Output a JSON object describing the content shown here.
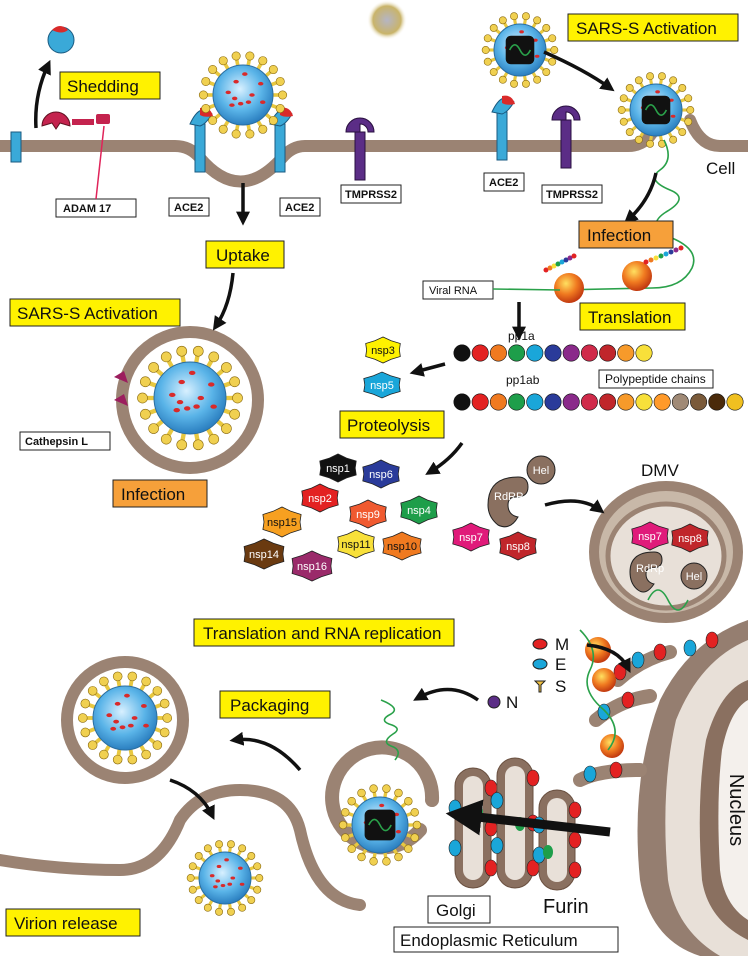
{
  "labels": {
    "shedding": "Shedding",
    "sars_activation_top": "SARS-S Activation",
    "sars_activation_left": "SARS-S Activation",
    "uptake": "Uptake",
    "infection_left": "Infection",
    "infection_right": "Infection",
    "translation": "Translation",
    "proteolysis": "Proteolysis",
    "translation_rna_replication": "Translation and RNA replication",
    "packaging": "Packaging",
    "virion_release": "Virion release",
    "cell": "Cell",
    "adam17": "ADAM 17",
    "ace2_a": "ACE2",
    "ace2_b": "ACE2",
    "ace2_c": "ACE2",
    "tmprss2_a": "TMPRSS2",
    "tmprss2_b": "TMPRSS2",
    "cathepsin": "Cathepsin L",
    "viral_rna": "Viral RNA",
    "pp1a": "pp1a",
    "pp1ab": "pp1ab",
    "polypeptide": "Polypeptide chains",
    "dmv": "DMV",
    "nucleus": "Nucleus",
    "golgi": "Golgi",
    "furin": "Furin",
    "er": "Endoplasmic Reticulum",
    "legend_m": "M",
    "legend_e": "E",
    "legend_s": "S",
    "legend_n": "N",
    "rdrp": "RdRP",
    "hel": "Hel",
    "rdrp_dmv": "RdRp",
    "hel_dmv": "Hel"
  },
  "nsp": {
    "nsp3": "nsp3",
    "nsp5": "nsp5",
    "nsp1": "nsp1",
    "nsp6": "nsp6",
    "nsp2": "nsp2",
    "nsp15": "nsp15",
    "nsp9": "nsp9",
    "nsp4": "nsp4",
    "nsp14": "nsp14",
    "nsp11": "nsp11",
    "nsp10": "nsp10",
    "nsp16": "nsp16",
    "nsp7": "nsp7",
    "nsp8": "nsp8",
    "nsp7_dmv": "nsp7",
    "nsp8_dmv": "nsp8"
  },
  "colors": {
    "membrane": "#9b8373",
    "ace2": "#3aa9d8",
    "tmprss2": "#5b2d86",
    "spike": "#e8c840",
    "virion": "#4aa8e0",
    "rna": "#2aa14a",
    "label_yellow": "#fff200",
    "label_orange": "#f6a03a"
  },
  "pp1a_colors": [
    "#111111",
    "#e32222",
    "#f07a20",
    "#1e9e4a",
    "#1aa6d9",
    "#2a3b9a",
    "#8a2a8a",
    "#d02a4a",
    "#c0262b",
    "#f79a2a",
    "#f8e03a"
  ],
  "pp1ab_colors": [
    "#111111",
    "#e32222",
    "#f07a20",
    "#1e9e4a",
    "#1aa6d9",
    "#2a3b9a",
    "#8a2a8a",
    "#d02a4a",
    "#c0262b",
    "#f79a2a",
    "#f8e03a",
    "#ff9a2a",
    "#a08a76",
    "#7a5a3a",
    "#4a2a0a",
    "#f0c020"
  ]
}
